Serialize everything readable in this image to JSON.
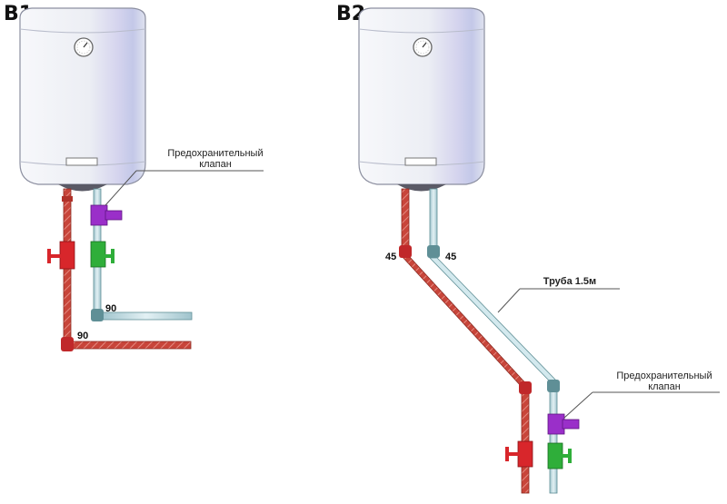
{
  "panels": [
    {
      "id": "B1",
      "title": "B1",
      "valve_label_line1": "Предохранительный",
      "valve_label_line2": "клапан",
      "angle_labels": [
        "90",
        "90"
      ]
    },
    {
      "id": "B2",
      "title": "B2",
      "pipe_label": "Труба 1.5м",
      "valve_label_line1": "Предохранительный",
      "valve_label_line2": "клапан",
      "angle_labels": [
        "45",
        "45"
      ]
    }
  ],
  "colors": {
    "hot_pipe": "#c8453a",
    "cold_pipe": "#b9d8e0",
    "safety_valve": "#9a2fc9",
    "ball_valve_cold": "#2fae3a",
    "ball_valve_hot": "#d8262b",
    "heater_body": "#eef0f5",
    "heater_shade": "#c9cde6",
    "fitting": "#5f8f96"
  },
  "icons": [
    "water-heater-icon",
    "gauge-icon",
    "safety-valve-icon",
    "ball-valve-icon"
  ]
}
